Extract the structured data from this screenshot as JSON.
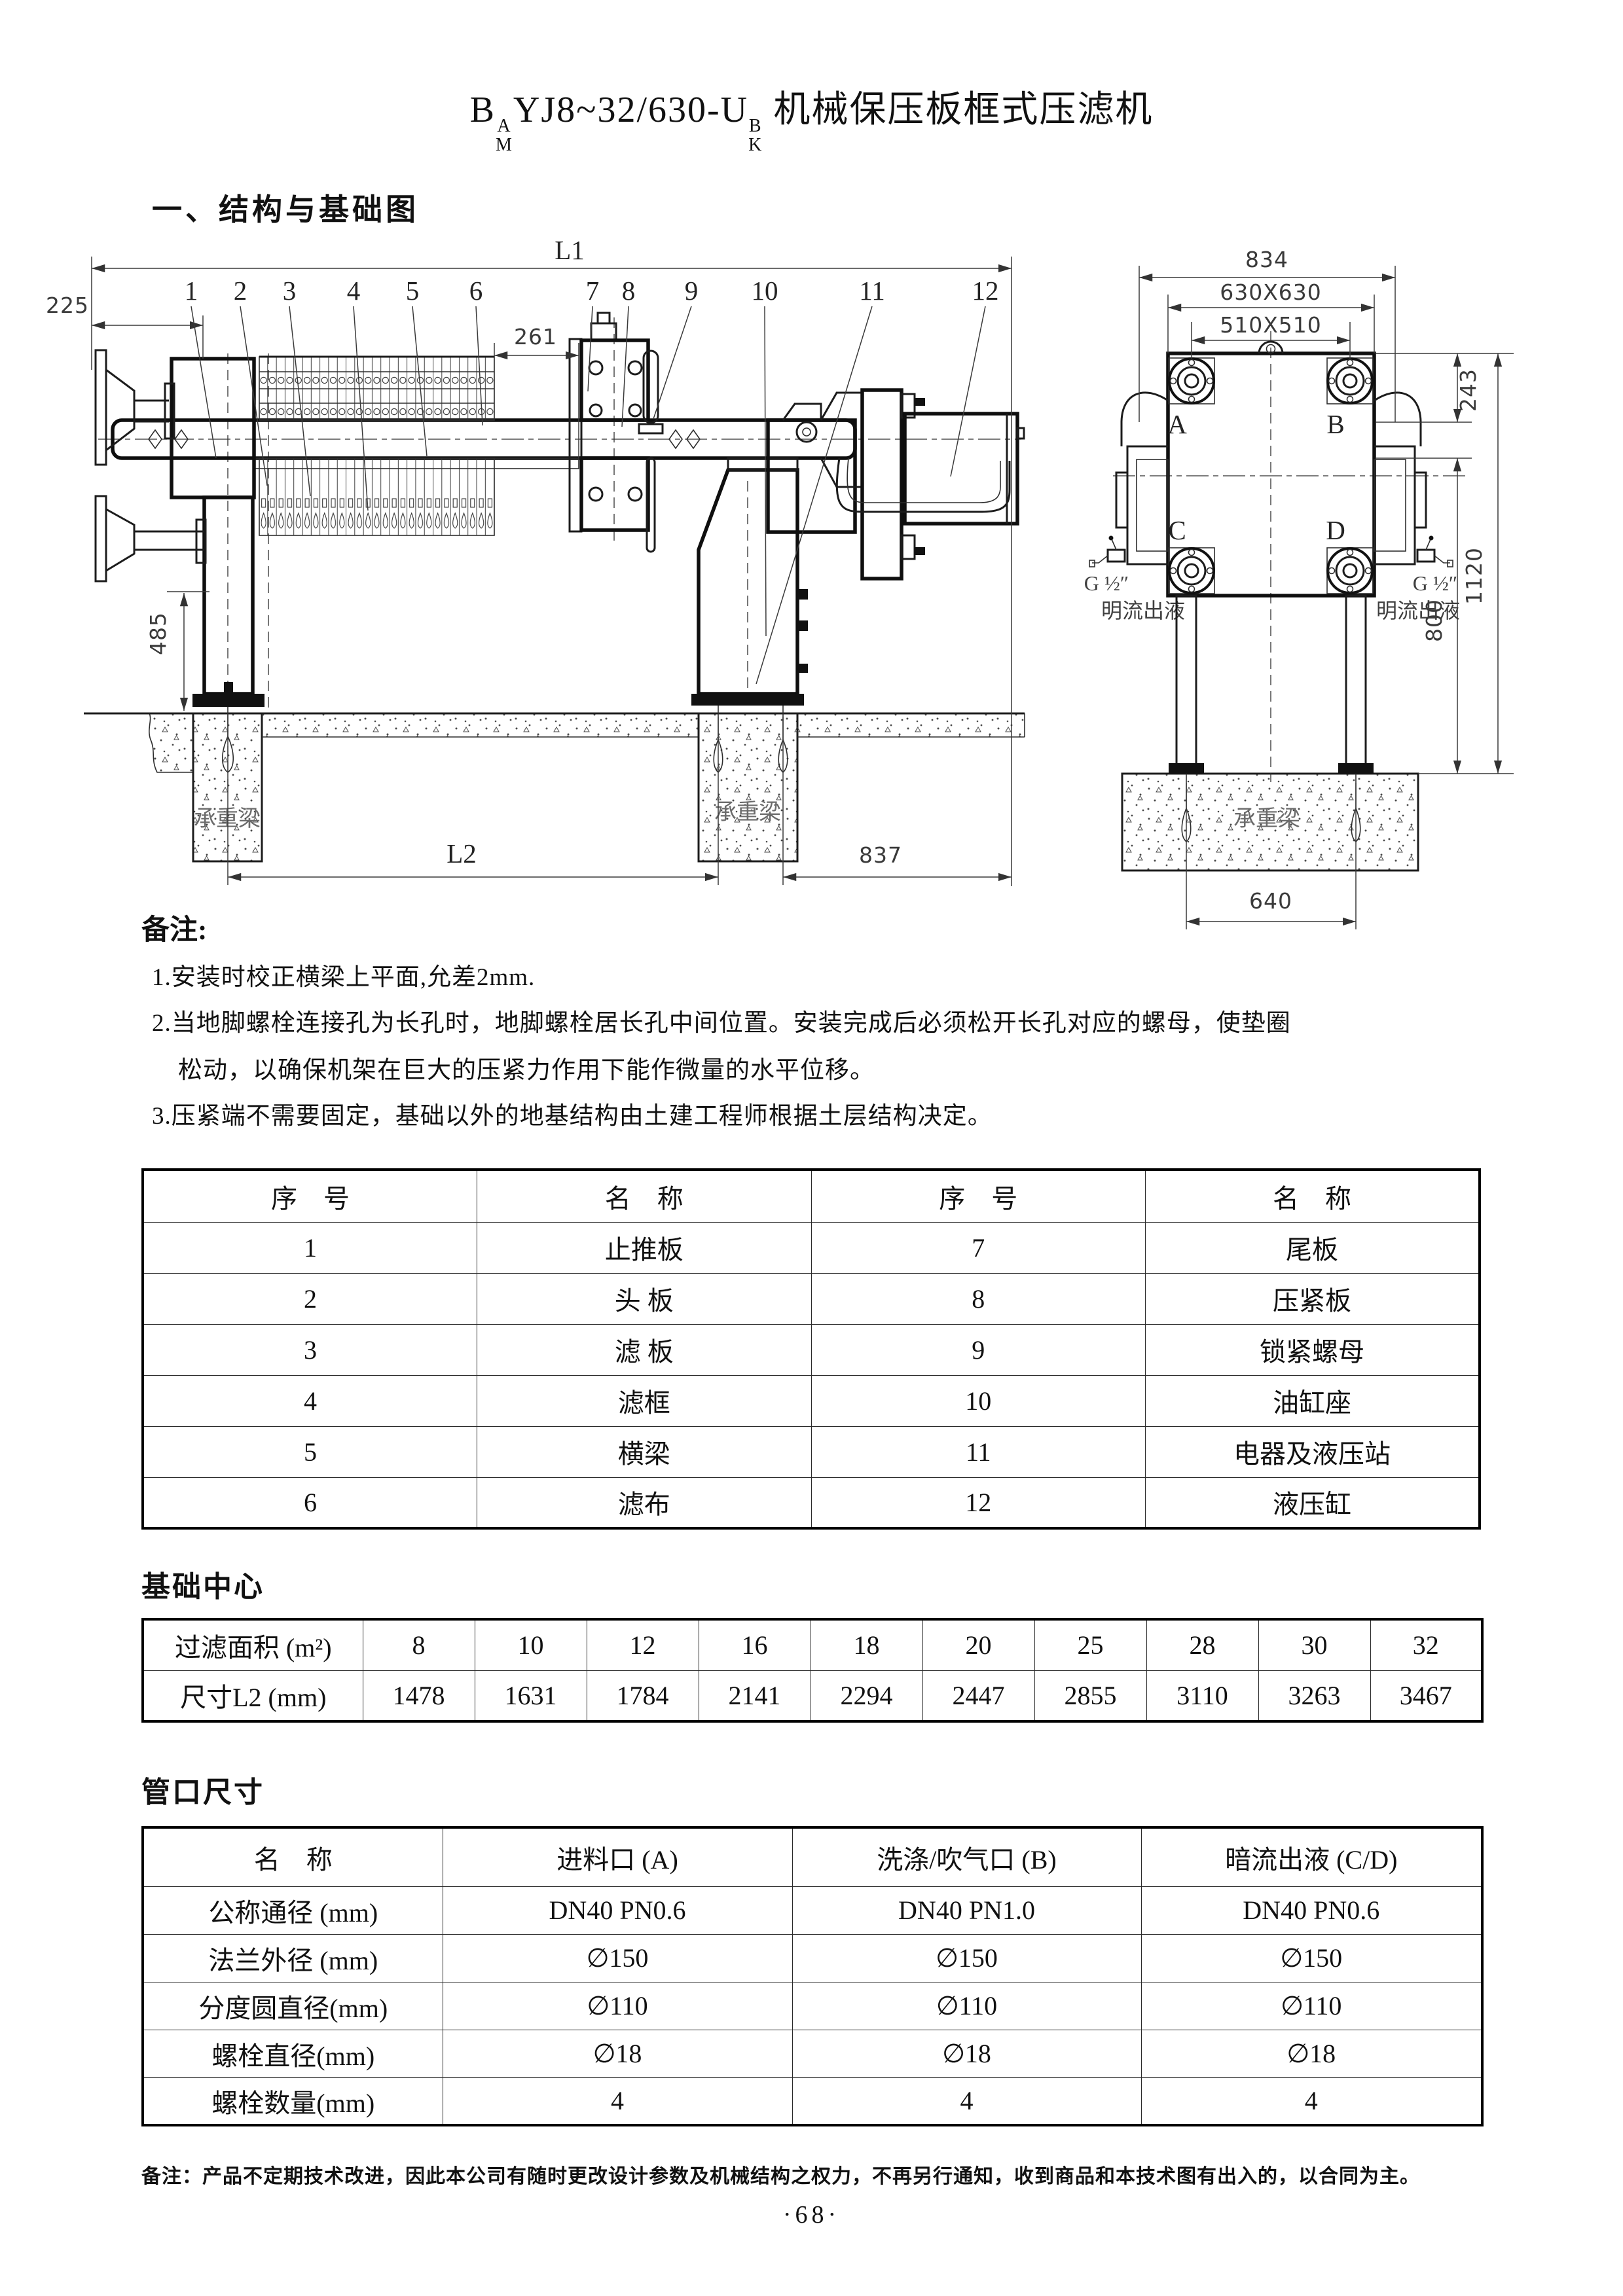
{
  "title": {
    "prefix": "B",
    "sup1": "A",
    "sub1": "M",
    "mid": "YJ8~32/630-U",
    "sup2": "B",
    "sub2": "K",
    "suffix": "机械保压板框式压滤机"
  },
  "section_heading": "一、结构与基础图",
  "drawing": {
    "left_view": {
      "dims": {
        "l1": "L1",
        "d225": "225",
        "d261": "261",
        "d485": "485",
        "l2": "L2",
        "d837": "837"
      },
      "callouts": [
        "1",
        "2",
        "3",
        "4",
        "5",
        "6",
        "7",
        "8",
        "9",
        "10",
        "11",
        "12"
      ],
      "beam_label": "承重梁"
    },
    "right_view": {
      "dims": {
        "d834": "834",
        "d630": "630X630",
        "d510": "510X510",
        "d243": "243",
        "d1120": "1120",
        "d800": "800",
        "d640": "640"
      },
      "ports": {
        "a": "A",
        "b": "B",
        "c": "C",
        "d": "D"
      },
      "valve_label": "G ½″",
      "outlet_label": "明流出液",
      "beam_label": "承重梁"
    }
  },
  "notes": {
    "heading": "备注:",
    "items": [
      "1.安装时校正横梁上平面,允差2mm.",
      "2.当地脚螺栓连接孔为长孔时，地脚螺栓居长孔中间位置。安装完成后必须松开长孔对应的螺母，使垫圈",
      "松动，以确保机架在巨大的压紧力作用下能作微量的水平位移。",
      "3.压紧端不需要固定，基础以外的地基结构由土建工程师根据土层结构决定。"
    ]
  },
  "parts_table": {
    "headers": [
      "序　号",
      "名　称",
      "序　号",
      "名　称"
    ],
    "rows": [
      [
        "1",
        "止推板",
        "7",
        "尾板"
      ],
      [
        "2",
        "头 板",
        "8",
        "压紧板"
      ],
      [
        "3",
        "滤 板",
        "9",
        "锁紧螺母"
      ],
      [
        "4",
        "滤框",
        "10",
        "油缸座"
      ],
      [
        "5",
        "横梁",
        "11",
        "电器及液压站"
      ],
      [
        "6",
        "滤布",
        "12",
        "液压缸"
      ]
    ]
  },
  "foundation": {
    "heading": "基础中心",
    "area_label": "过滤面积 (m²)",
    "areas": [
      "8",
      "10",
      "12",
      "16",
      "18",
      "20",
      "25",
      "28",
      "30",
      "32"
    ],
    "l2_label": "尺寸L2 (mm)",
    "l2_values": [
      "1478",
      "1631",
      "1784",
      "2141",
      "2294",
      "2447",
      "2855",
      "3110",
      "3263",
      "3467"
    ]
  },
  "ports_table": {
    "heading": "管口尺寸",
    "headers": [
      "名　称",
      "进料口 (A)",
      "洗涤/吹气口 (B)",
      "暗流出液 (C/D)"
    ],
    "rows": [
      [
        "公称通径 (mm)",
        "DN40  PN0.6",
        "DN40  PN1.0",
        "DN40  PN0.6"
      ],
      [
        "法兰外径 (mm)",
        "∅150",
        "∅150",
        "∅150"
      ],
      [
        "分度圆直径(mm)",
        "∅110",
        "∅110",
        "∅110"
      ],
      [
        "螺栓直径(mm)",
        "∅18",
        "∅18",
        "∅18"
      ],
      [
        "螺栓数量(mm)",
        "4",
        "4",
        "4"
      ]
    ]
  },
  "footer": {
    "note": "备注：产品不定期技术改进，因此本公司有随时更改设计参数及机械结构之权力，不再另行通知，收到商品和本技术图有出入的，以合同为主。",
    "page": "·68·"
  }
}
